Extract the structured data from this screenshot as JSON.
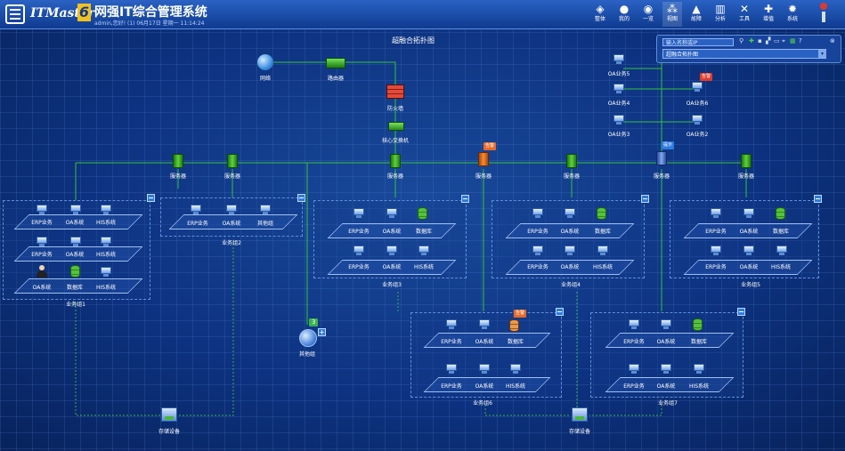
{
  "header": {
    "brand": "ITMaster",
    "brand_num": "6",
    "system_name": "网强IT综合管理系统",
    "user_info": "admin,您好! (1) 06月17日 星期一 11:14:24",
    "nav": [
      {
        "label": "整体",
        "icon": "layers-icon",
        "glyph": "◈"
      },
      {
        "label": "我的",
        "icon": "user-icon",
        "glyph": "●"
      },
      {
        "label": "一览",
        "icon": "dashboard-icon",
        "glyph": "◉"
      },
      {
        "label": "视图",
        "icon": "topology-icon",
        "glyph": "⁂"
      },
      {
        "label": "故障",
        "icon": "warning-icon",
        "glyph": "▲"
      },
      {
        "label": "分析",
        "icon": "chart-icon",
        "glyph": "▥"
      },
      {
        "label": "工具",
        "icon": "tools-icon",
        "glyph": "✕"
      },
      {
        "label": "增值",
        "icon": "plus-icon",
        "glyph": "✚"
      },
      {
        "label": "系统",
        "icon": "gear-icon",
        "glyph": "✹"
      }
    ]
  },
  "topology": {
    "title": "超融合拓扑图",
    "network": "网络",
    "router": "路由器",
    "firewall": "防火墙",
    "core_switch": "核心交换机",
    "server": "服务器",
    "storage": "存储设备",
    "other_group": "其他组",
    "other_count": "3",
    "tag_alarm": "告警",
    "tag_info": "提示"
  },
  "search": {
    "placeholder": "输入名称或IP",
    "selected_view": "超融合拓扑图"
  },
  "oa_list": {
    "oa5": "OA业务5",
    "oa4": "OA业务4",
    "oa3": "OA业务3",
    "oa6": "OA业务6",
    "oa2": "OA业务2"
  },
  "groups": {
    "g1": {
      "name": "业务组1",
      "rows": [
        [
          "ERP业务",
          "OA系统",
          "HIS系统"
        ],
        [
          "ERP业务",
          "OA系统",
          "HIS系统"
        ],
        [
          "OA系统",
          "数据库",
          "HIS系统"
        ]
      ]
    },
    "g2": {
      "name": "业务组2",
      "rows": [
        [
          "ERP业务",
          "OA系统",
          "其他组"
        ]
      ]
    },
    "g3": {
      "name": "业务组3",
      "rows": [
        [
          "ERP业务",
          "OA系统",
          "数据库"
        ],
        [
          "ERP业务",
          "OA系统",
          "HIS系统"
        ]
      ]
    },
    "g4": {
      "name": "业务组4",
      "rows": [
        [
          "ERP业务",
          "OA系统",
          "数据库"
        ],
        [
          "ERP业务",
          "OA系统",
          "HIS系统"
        ]
      ]
    },
    "g5": {
      "name": "业务组5",
      "rows": [
        [
          "ERP业务",
          "OA系统",
          "数据库"
        ],
        [
          "ERP业务",
          "OA系统",
          "HIS系统"
        ]
      ]
    },
    "g6": {
      "name": "业务组6",
      "rows": [
        [
          "ERP业务",
          "OA系统",
          "数据库"
        ],
        [
          "ERP业务",
          "OA系统",
          "HIS系统"
        ]
      ]
    },
    "g7": {
      "name": "业务组7",
      "rows": [
        [
          "ERP业务",
          "OA系统",
          "数据库"
        ],
        [
          "ERP业务",
          "OA系统",
          "HIS系统"
        ]
      ]
    }
  }
}
